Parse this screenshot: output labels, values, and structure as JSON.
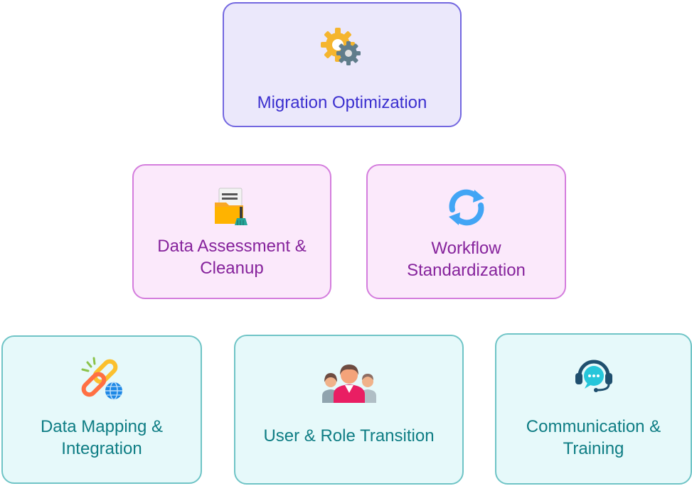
{
  "nodes": {
    "migration": {
      "label": "Migration Optimization",
      "icon": "gears-icon"
    },
    "assess": {
      "label": "Data Assessment &\nCleanup",
      "icon": "folder-document-broom-icon"
    },
    "workflow": {
      "label": "Workflow\nStandardization",
      "icon": "refresh-arrows-icon"
    },
    "mapping": {
      "label": "Data Mapping &\nIntegration",
      "icon": "chain-link-globe-icon"
    },
    "user": {
      "label": "User & Role Transition",
      "icon": "people-group-icon"
    },
    "comm": {
      "label": "Communication &\nTraining",
      "icon": "headset-chat-icon"
    }
  },
  "colors": {
    "level1_border": "#7367e0",
    "level1_fill": "#ebe8fb",
    "level1_text": "#3b2fcf",
    "level2_border": "#d47ddd",
    "level2_fill": "#fbe9fb",
    "level2_text": "#86239c",
    "level3_border": "#6fc4c6",
    "level3_fill": "#e6f9fa",
    "level3_text": "#0e7d84"
  }
}
